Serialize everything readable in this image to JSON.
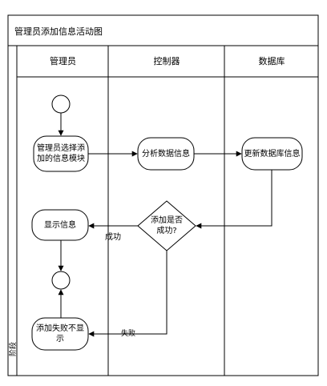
{
  "diagram": {
    "title": "管理员添加信息活动图",
    "stage_label": "阶段",
    "lanes": [
      "管理员",
      "控制器",
      "数据库"
    ],
    "nodes": {
      "admin_select": "管理员选择添加的信息模块",
      "analyze": "分析数据信息",
      "update_db": "更新数据库信息",
      "decision": "添加是否成功?",
      "show_info": "显示信息",
      "fail_show": "添加失败不显示"
    },
    "edges": {
      "success": "成功",
      "fail": "失败"
    }
  }
}
